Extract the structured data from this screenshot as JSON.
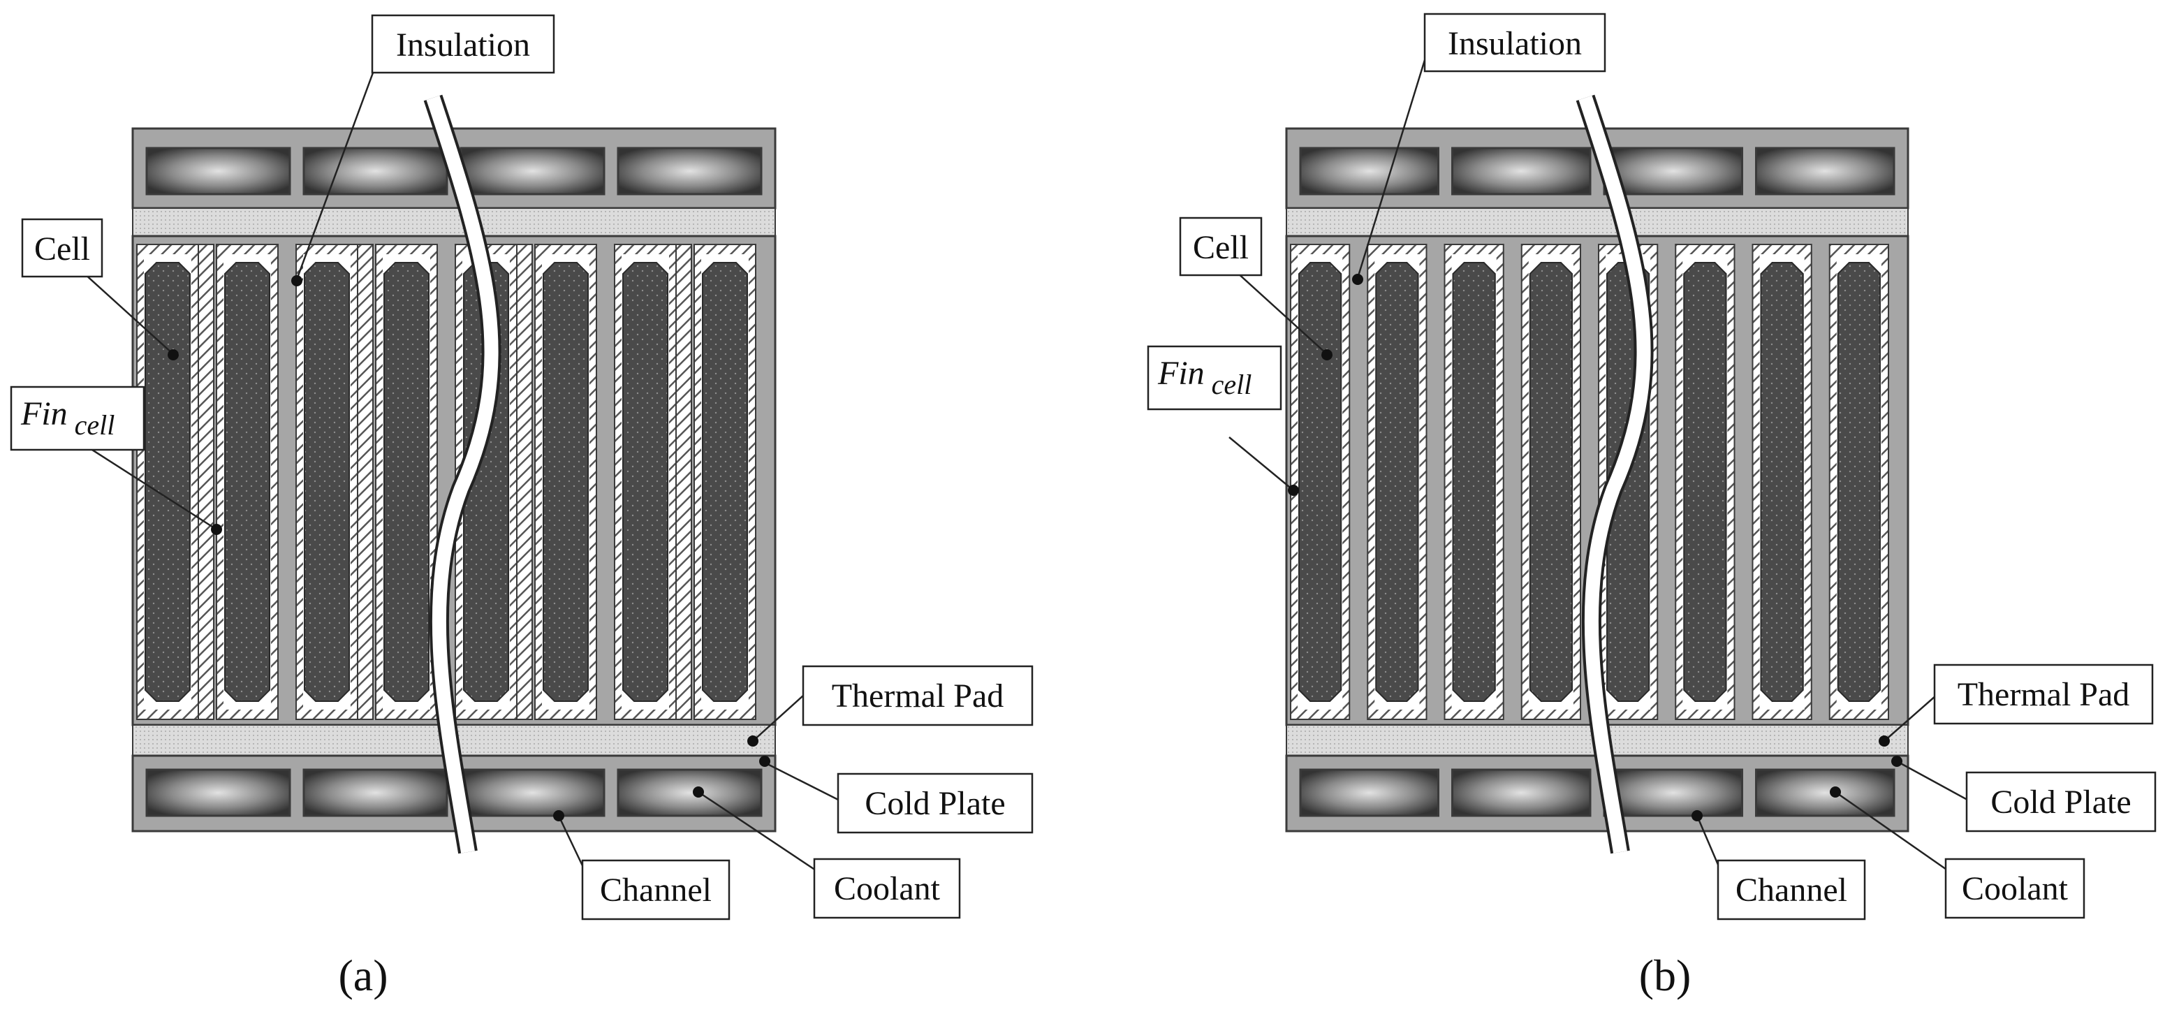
{
  "colors": {
    "frame": "#a6a6a6",
    "frame_stroke": "#3a3a3a",
    "thermal_pad": "#dcdcdc",
    "cell": "#4a4a4a",
    "cell_stroke": "#2a2a2a",
    "channel_dark": "#3c3c3c",
    "channel_light": "#dedede",
    "hatch": "#555555",
    "leader": "#222222"
  },
  "panels": [
    {
      "id": "a",
      "caption": "(a)",
      "insulation_layout": "paired",
      "labels": {
        "insulation": "Insulation",
        "cell": "Cell",
        "fin": "Fin",
        "fin_subscript": "cell",
        "thermal_pad": "Thermal Pad",
        "cold_plate": "Cold Plate",
        "channel": "Channel",
        "coolant": "Coolant"
      }
    },
    {
      "id": "b",
      "caption": "(b)",
      "insulation_layout": "every-cell",
      "labels": {
        "insulation": "Insulation",
        "cell": "Cell",
        "fin": "Fin",
        "fin_subscript": "cell",
        "thermal_pad": "Thermal Pad",
        "cold_plate": "Cold Plate",
        "channel": "Channel",
        "coolant": "Coolant"
      }
    }
  ]
}
